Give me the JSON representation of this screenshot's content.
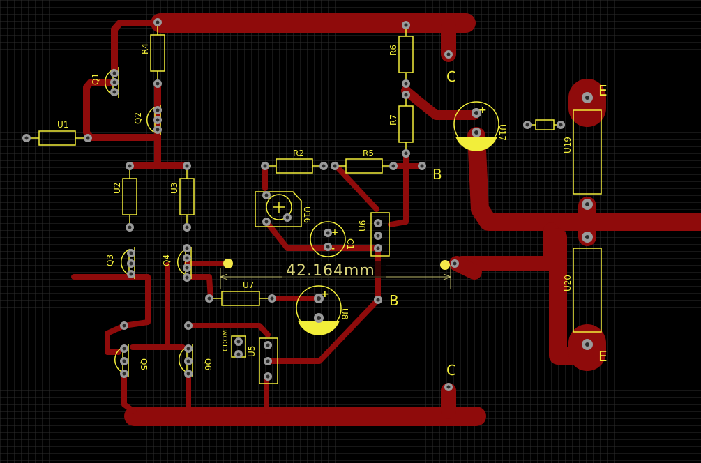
{
  "colors": {
    "background": "#000000",
    "grid": "#2e2e2e",
    "trace": "#8f0b0b",
    "silkscreen": "#f2ee3a",
    "pad": "#9a9a9a",
    "pad_hole": "#2a2a2a",
    "dimension_marker": "#f4e84a"
  },
  "components": {
    "U1": "U1",
    "U2": "U2",
    "U3": "U3",
    "U5": "U5",
    "U6": "U6",
    "U7": "U7",
    "U8": "U8",
    "U16": "U16",
    "U17": "U17",
    "U19": "U19",
    "U20": "U20",
    "R2": "R2",
    "R4": "R4",
    "R5": "R5",
    "R6": "R6",
    "R7": "R7",
    "Q1": "Q1",
    "Q2": "Q2",
    "Q3": "Q3",
    "Q4": "Q4",
    "Q5": "Q5",
    "Q6": "Q6",
    "C1": "C1",
    "CDOM": "CDOM"
  },
  "net_labels": {
    "c_top": "C",
    "c_bottom": "C",
    "b_right": "B",
    "b_mid": "B",
    "e_top": "E",
    "e_bottom": "E"
  },
  "polarity": {
    "plus": "+",
    "minus": "-"
  },
  "measurement": {
    "value": "42.164mm"
  }
}
